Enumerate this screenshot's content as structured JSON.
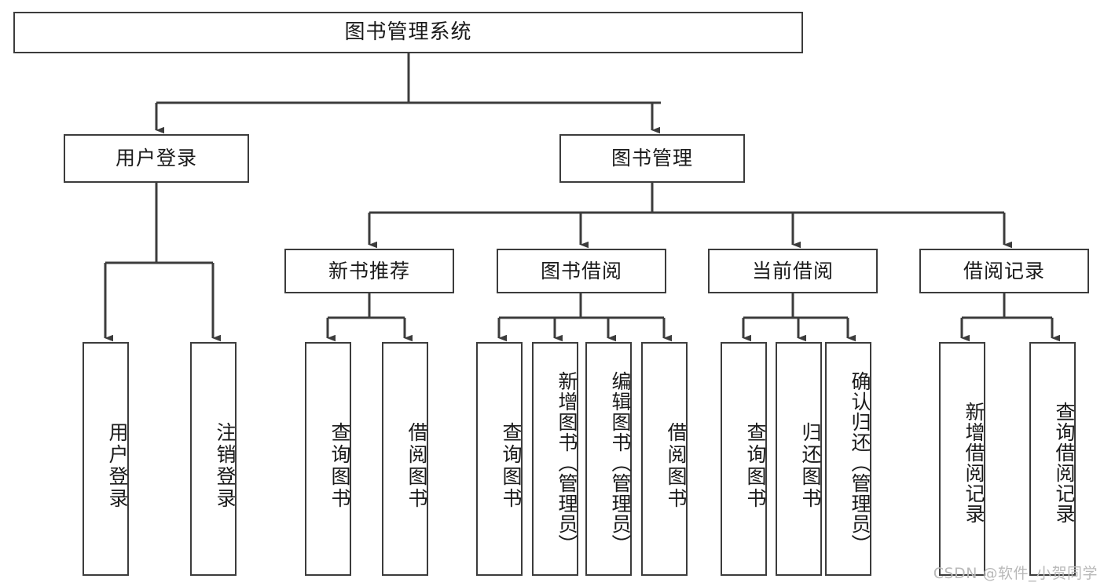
{
  "diagram": {
    "title": "图书管理系统",
    "watermark": "CSDN @软件_小贺同学",
    "line_color": "#3c3c3c",
    "box_fill": "#ffffff",
    "text_color": "#1a1a1a",
    "watermark_color": "#b9b9b9"
  },
  "nodes": {
    "root": {
      "label": "图书管理系统"
    },
    "level2": [
      {
        "label": "用户登录"
      },
      {
        "label": "图书管理"
      }
    ],
    "level3": [
      {
        "label": "新书推荐"
      },
      {
        "label": "图书借阅"
      },
      {
        "label": "当前借阅"
      },
      {
        "label": "借阅记录"
      }
    ],
    "leaves_user_login": [
      {
        "label": "用户登录"
      },
      {
        "label": "注销登录"
      }
    ],
    "leaves_new_book": [
      {
        "label": "查询图书"
      },
      {
        "label": "借阅图书"
      }
    ],
    "leaves_borrow": [
      {
        "label": "查询图书"
      },
      {
        "label": "新增图书（管理员）"
      },
      {
        "label": "编辑图书（管理员）"
      },
      {
        "label": "借阅图书"
      }
    ],
    "leaves_current": [
      {
        "label": "查询图书"
      },
      {
        "label": "归还图书"
      },
      {
        "label": "确认归还（管理员）"
      }
    ],
    "leaves_record": [
      {
        "label": "新增借阅记录"
      },
      {
        "label": "查询借阅记录"
      }
    ]
  }
}
